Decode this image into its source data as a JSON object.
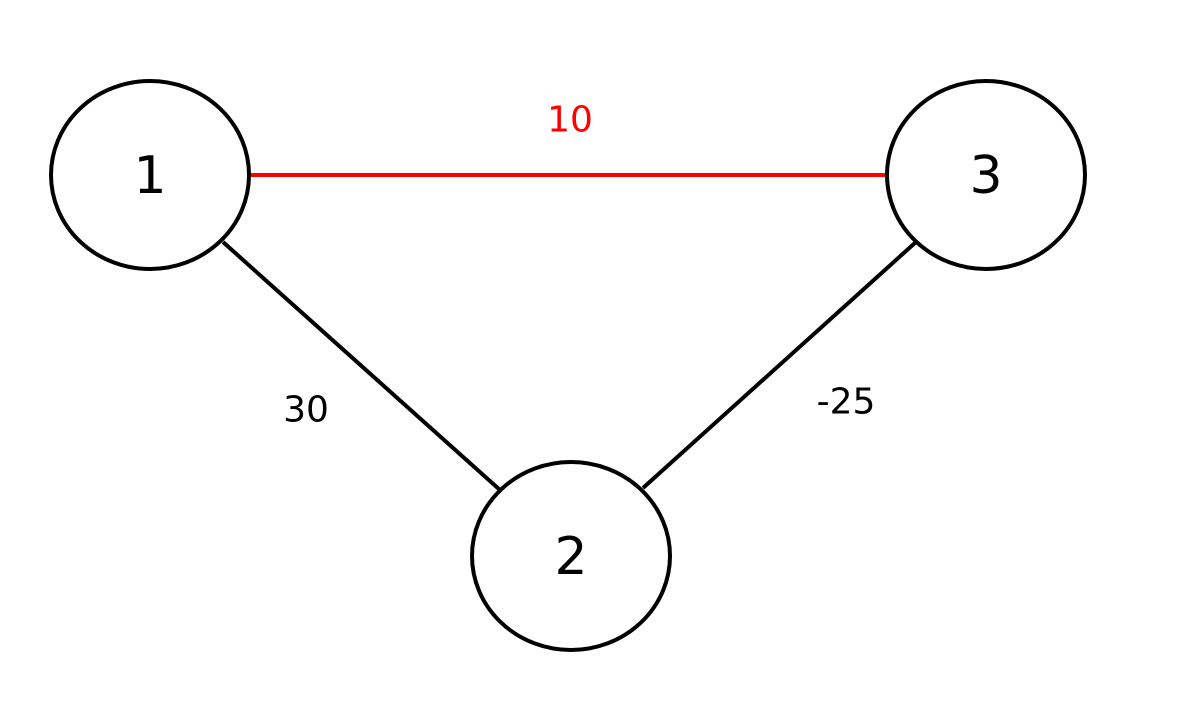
{
  "graph": {
    "nodes": [
      {
        "id": "1",
        "label": "1"
      },
      {
        "id": "2",
        "label": "2"
      },
      {
        "id": "3",
        "label": "3"
      }
    ],
    "edges": [
      {
        "from": "1",
        "to": "3",
        "weight": "10",
        "color": "#ff0000",
        "highlighted": true
      },
      {
        "from": "1",
        "to": "2",
        "weight": "30",
        "color": "#000000",
        "highlighted": false
      },
      {
        "from": "2",
        "to": "3",
        "weight": "-25",
        "color": "#000000",
        "highlighted": false
      }
    ]
  }
}
